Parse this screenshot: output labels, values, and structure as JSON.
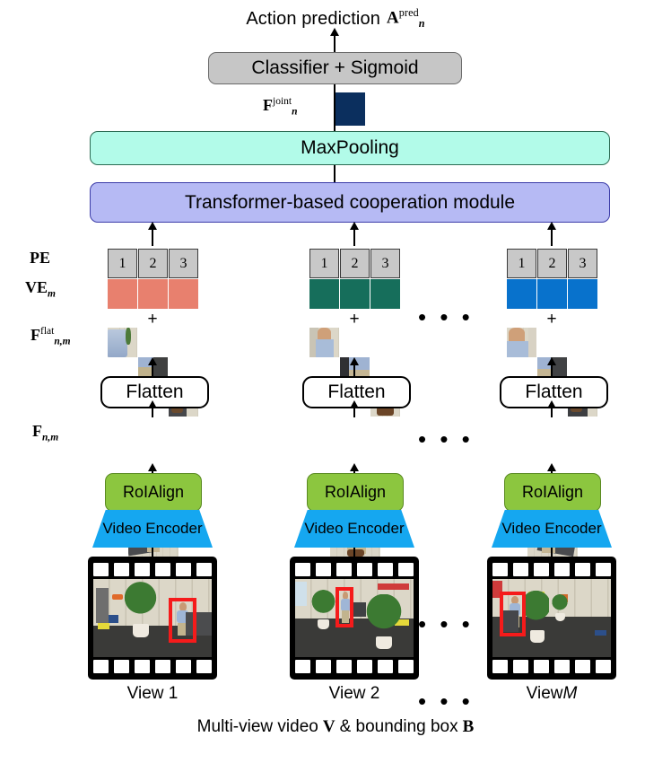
{
  "diagram": {
    "title_text": "Action prediction",
    "title_symbol": "A",
    "title_sup": "pred",
    "title_sub": "n",
    "caption": "Multi-view video V & bounding box B",
    "caption_plain": "Multi-view video",
    "caption_symbol_v": "V",
    "caption_mid": "& bounding box",
    "caption_symbol_b": "B"
  },
  "blocks": {
    "classifier": "Classifier + Sigmoid",
    "maxpooling": "MaxPooling",
    "transformer": "Transformer-based cooperation module",
    "flatten": "Flatten",
    "roialign": "RoIAlign",
    "video_encoder": "Video Encoder"
  },
  "labels": {
    "joint_feature": "F",
    "joint_sup": "joint",
    "joint_sub": "n",
    "pe": "PE",
    "ve": "VE",
    "ve_sub": "m",
    "f_flat": "F",
    "f_flat_sup": "flat",
    "f_flat_sub": "n,m",
    "f_roi": "F",
    "f_roi_sub": "n,m",
    "plus": "+",
    "ellipsis": "• • •"
  },
  "pe_tokens": [
    "1",
    "2",
    "3"
  ],
  "columns": [
    {
      "id": "view-1",
      "view_label": "View 1",
      "view_label_italic": "",
      "ve_color": "#e8806e",
      "ve_count": 3
    },
    {
      "id": "view-2",
      "view_label": "View 2",
      "view_label_italic": "",
      "ve_color": "#166e5b",
      "ve_count": 3
    },
    {
      "id": "view-m",
      "view_label": "View ",
      "view_label_italic": "M",
      "ve_color": "#0872cc",
      "ve_count": 3
    }
  ],
  "colors": {
    "classifier_fill": "#c6c6c6",
    "maxpool_fill": "#b2fbe9",
    "transformer_fill": "#b6baf4",
    "roialign_fill": "#8cc63f",
    "encoder_fill": "#15a7f0",
    "joint_feature_fill": "#0b2f5e",
    "pe_fill": "#c8c8c8",
    "bbox_stroke": "#f51b1b",
    "film_fill": "#000000"
  }
}
